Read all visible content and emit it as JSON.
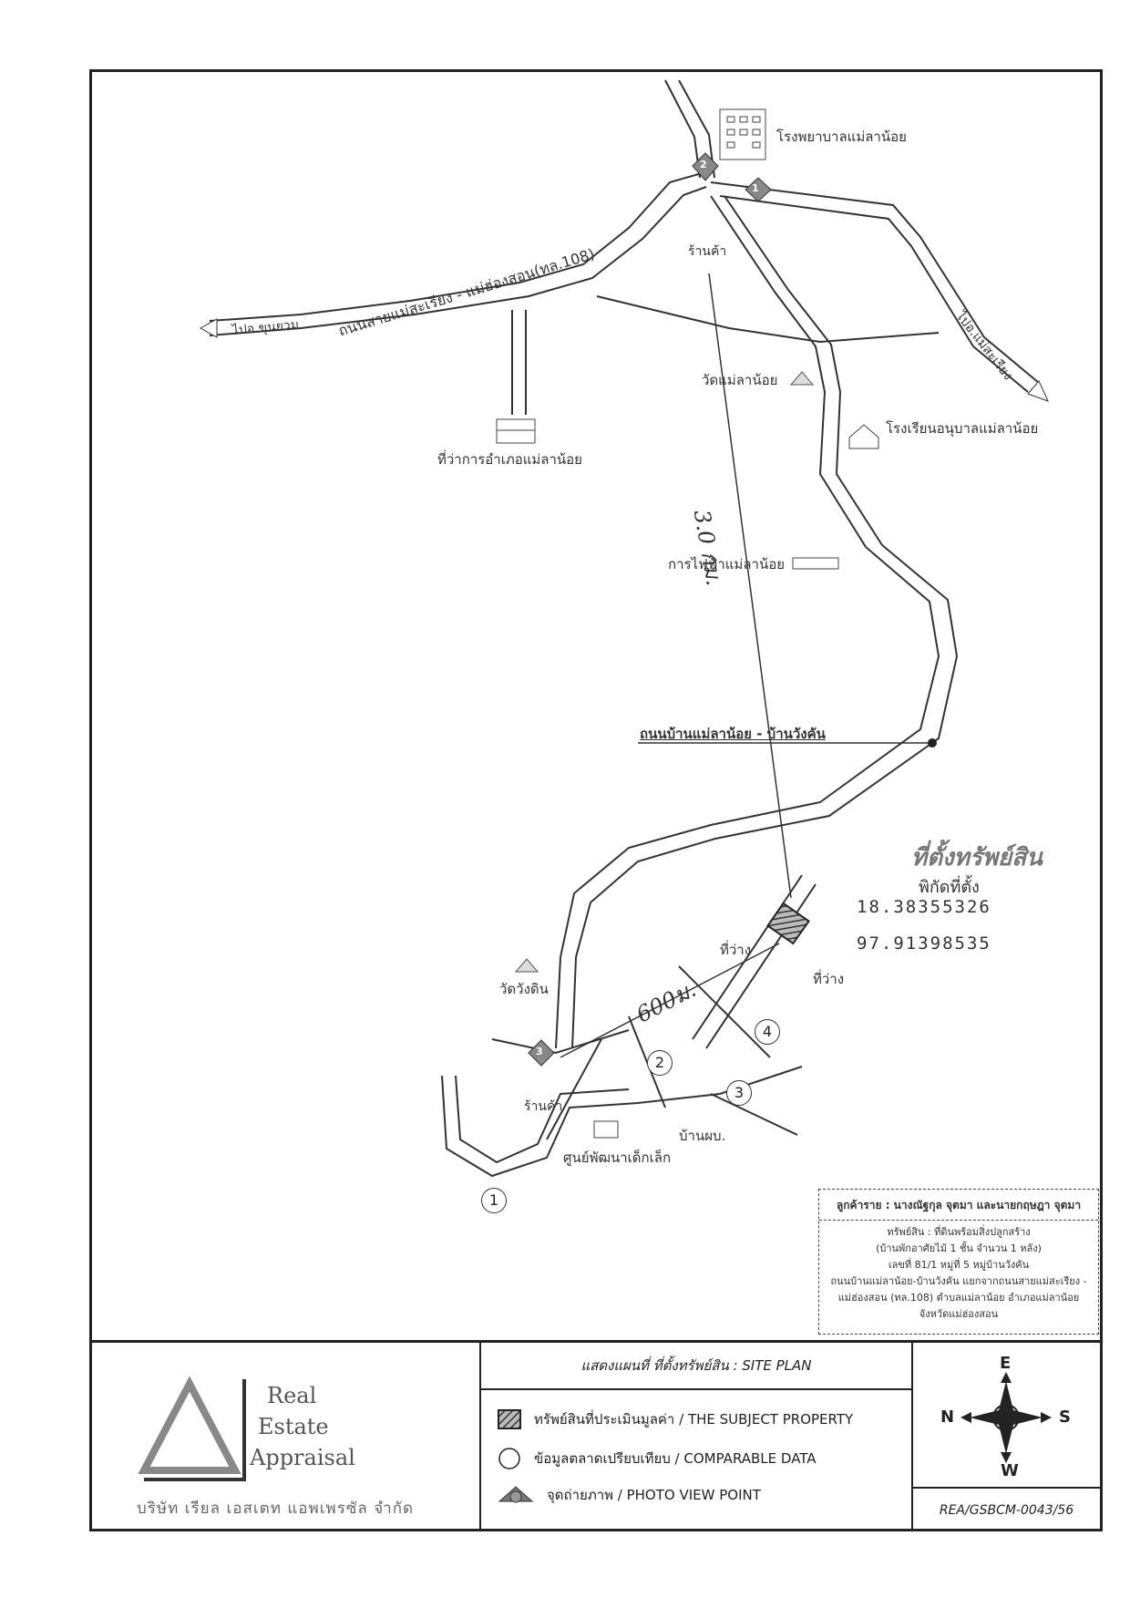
{
  "map": {
    "labels": {
      "hospital": "โรงพยาบาลแม่ลาน้อย",
      "shop_north": "ร้านค้า",
      "to_khunyuam": "ไปอ.ขุนยวม",
      "main_road": "ถนนสายแม่สะเรียง - แม่ฮ่องสอน(ทล.108)",
      "to_maesariang": "ไปอ.แม่สะเรียง",
      "wat_maelanoi": "วัดแม่ลาน้อย",
      "district_office": "ที่ว่าการอำเภอแม่ลาน้อย",
      "kindergarten": "โรงเรียนอนุบาลแม่ลาน้อย",
      "electricity": "การไฟฟ้าแม่ลาน้อย",
      "local_road": "ถนนบ้านแม่ลาน้อย - บ้านวังคัน",
      "subject_location": "ที่ตั้งทรัพย์สิน",
      "coord_label": "พิกัดที่ตั้ง",
      "lat": "18.38355326",
      "lon": "97.91398535",
      "vacant_1": "ที่ว่าง",
      "vacant_2": "ที่ว่าง",
      "wat_wangdin": "วัดวังดิน",
      "shop_south": "ร้านค้า",
      "child_center": "ศูนย์พัฒนาเด็กเล็ก",
      "village_head": "บ้านผบ.",
      "dist_north": "3.0 กม.",
      "dist_south": "600ม."
    },
    "comparables": [
      "1",
      "2",
      "3",
      "4"
    ],
    "photo_points": [
      "1",
      "2",
      "3"
    ]
  },
  "infobox": {
    "client": "ลูกค้าราย : นางณัฐกุล จุตมา และนายกฤษฎา จุตมา",
    "lines": [
      "ทรัพย์สิน : ที่ดินพร้อมสิ่งปลูกสร้าง",
      "(บ้านพักอาศัยไม้ 1 ชั้น จำนวน 1 หลัง)",
      "เลขที่ 81/1 หมู่ที่ 5 หมู่บ้านวังคัน",
      "ถนนบ้านแม่ลาน้อย-บ้านวังคัน แยกจากถนนสายแม่สะเรียง -",
      "แม่ฮ่องสอน (ทล.108) ตำบลแม่ลาน้อย อำเภอแม่ลาน้อย",
      "จังหวัดแม่ฮ่องสอน"
    ]
  },
  "legend": {
    "title": "แสดงแผนที่ ที่ตั้งทรัพย์สิน : SITE PLAN",
    "subject": "ทรัพย์สินที่ประเมินมูลค่า / THE SUBJECT PROPERTY",
    "comparable": "ข้อมูลตลาดเปรียบเทียบ / COMPARABLE DATA",
    "photo": "จุดถ่ายภาพ / PHOTO VIEW POINT"
  },
  "logo": {
    "line1": "Real",
    "line2": "Estate",
    "line3": "Appraisal",
    "company_th": "บริษัท เรียล เอสเตท แอพเพรซัล จำกัด"
  },
  "compass": {
    "north": "N",
    "south": "S",
    "east": "E",
    "west": "W"
  },
  "reference": "REA/GSBCM-0043/56",
  "colors": {
    "ink": "#222222",
    "road": "#333333",
    "subject_fill": "#555555",
    "photo_fill": "#888888"
  }
}
